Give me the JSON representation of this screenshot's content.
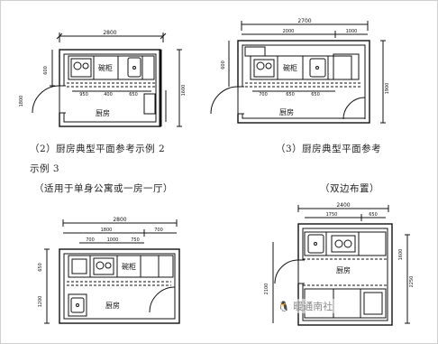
{
  "plan1": {
    "overall_dim": "2800",
    "bottom_dims": [
      "950",
      "400",
      "650"
    ],
    "side_dims": [
      "600",
      "1800",
      "1600"
    ],
    "room_label": "厨房",
    "cabinet_label": "碗柜"
  },
  "plan2": {
    "overall_dim": "2700",
    "top_dims": [
      "2000",
      "1000"
    ],
    "bottom_dims": [
      "700",
      "650",
      "650"
    ],
    "side_dims": [
      "600",
      "1900"
    ],
    "room_label": "厨房",
    "cabinet_label": "碗柜"
  },
  "plan3": {
    "overall_dim": "2800",
    "top_dims": [
      "1800",
      "700"
    ],
    "row_dims": [
      "700",
      "1000",
      "750"
    ],
    "side_dims": [
      "650",
      "1200"
    ],
    "room_label": "厨房",
    "cabinet_label": "碗柜"
  },
  "plan4": {
    "overall_dim": "2400",
    "top_dims": [
      "1750",
      "650"
    ],
    "side_dims": [
      "2100",
      "1600",
      "2250"
    ],
    "room_label": "厨房"
  },
  "captions": {
    "cap1": "（2）厨房典型平面参考示例 2",
    "cap2": "（3）厨房典型平面参考",
    "cap3": "示例 3",
    "cap4": "（适用于单身公寓或一房一厅）",
    "cap5": "（双边布置）"
  },
  "watermark": "🐧 暖通南社"
}
